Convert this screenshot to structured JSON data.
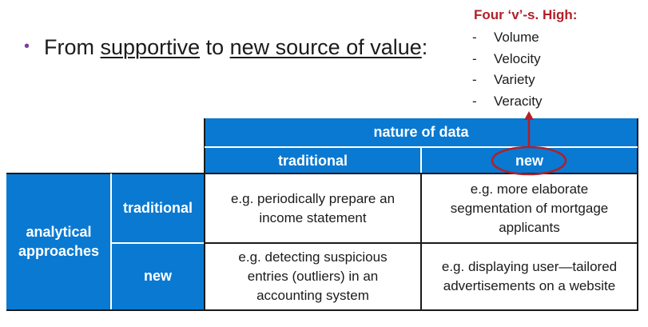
{
  "bullet": {
    "prefix": "From ",
    "term1": "supportive",
    "middle": " to ",
    "term2": "new source of value",
    "suffix": ":"
  },
  "note": {
    "title": "Four ‘v’-s. High:",
    "items": [
      "Volume",
      "Velocity",
      "Variety",
      "Veracity"
    ]
  },
  "table": {
    "nature_header": "nature of data",
    "col_traditional": "traditional",
    "col_new": "new",
    "row_group": "analytical approaches",
    "row_traditional": "traditional",
    "row_new": "new",
    "cell_trad_trad": "e.g. periodically prepare an income statement",
    "cell_trad_new": "e.g. more elaborate segmentation of mortgage applicants",
    "cell_new_trad": "e.g. detecting suspicious entries (outliers) in an accounting system",
    "cell_new_new": "e.g. displaying user—tailored advertisements on a website"
  },
  "colors": {
    "header_blue": "#0a79d2",
    "accent_red": "#b0202a",
    "bullet_purple": "#7a3f9d"
  }
}
